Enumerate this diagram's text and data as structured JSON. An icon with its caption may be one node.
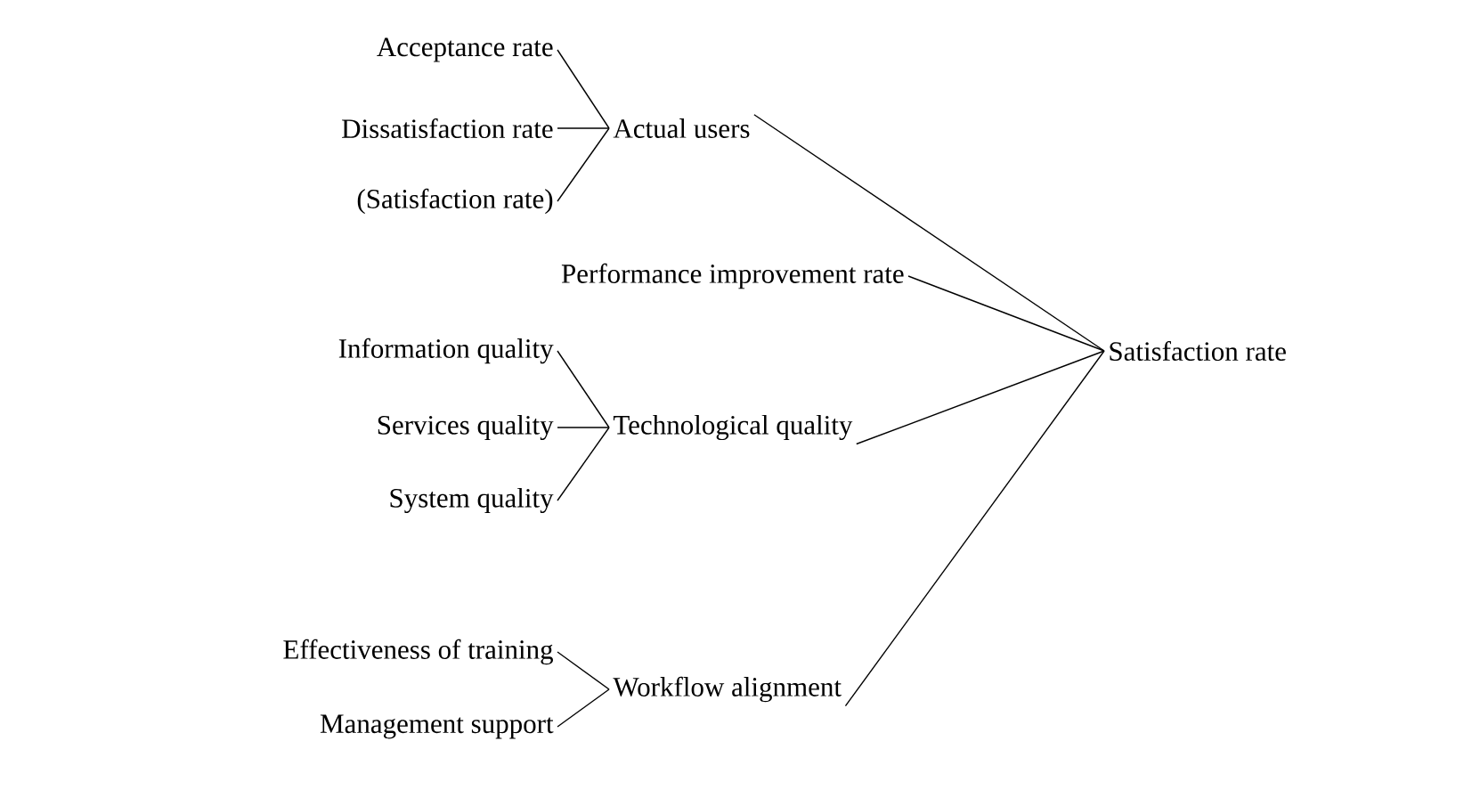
{
  "diagram": {
    "nodes": [
      {
        "text": [
          "Acceptance rate"
        ]
      },
      {
        "text": [
          "Dissatisfaction rate"
        ]
      },
      {
        "text": [
          "(Satisfaction rate)"
        ]
      },
      {
        "text": [
          "Actual users"
        ]
      },
      {
        "text": [
          "Performance improvement rate"
        ]
      },
      {
        "text": [
          "Information quality"
        ]
      },
      {
        "text": [
          "Services quality"
        ]
      },
      {
        "text": [
          "System quality"
        ]
      },
      {
        "text": [
          "Technological quality"
        ]
      },
      {
        "text": [
          "Effectiveness of training"
        ]
      },
      {
        "text": [
          "Management support"
        ]
      },
      {
        "text": [
          "Workflow alignment"
        ]
      },
      {
        "text": [
          "Satisfaction rate"
        ]
      }
    ],
    "edges": [
      {
        "from": 0,
        "to": 3,
        "arrow": "none"
      },
      {
        "from": 1,
        "to": 3,
        "arrow": "none"
      },
      {
        "from": 2,
        "to": 3,
        "arrow": "none"
      },
      {
        "from": 3,
        "to": 12,
        "arrow": "none"
      },
      {
        "from": 4,
        "to": 12,
        "arrow": "none"
      },
      {
        "from": 5,
        "to": 8,
        "arrow": "none"
      },
      {
        "from": 6,
        "to": 8,
        "arrow": "none"
      },
      {
        "from": 7,
        "to": 8,
        "arrow": "none"
      },
      {
        "from": 8,
        "to": 12,
        "arrow": "none"
      },
      {
        "from": 9,
        "to": 11,
        "arrow": "none"
      },
      {
        "from": 10,
        "to": 11,
        "arrow": "none"
      },
      {
        "from": 11,
        "to": 12,
        "arrow": "none"
      }
    ]
  }
}
